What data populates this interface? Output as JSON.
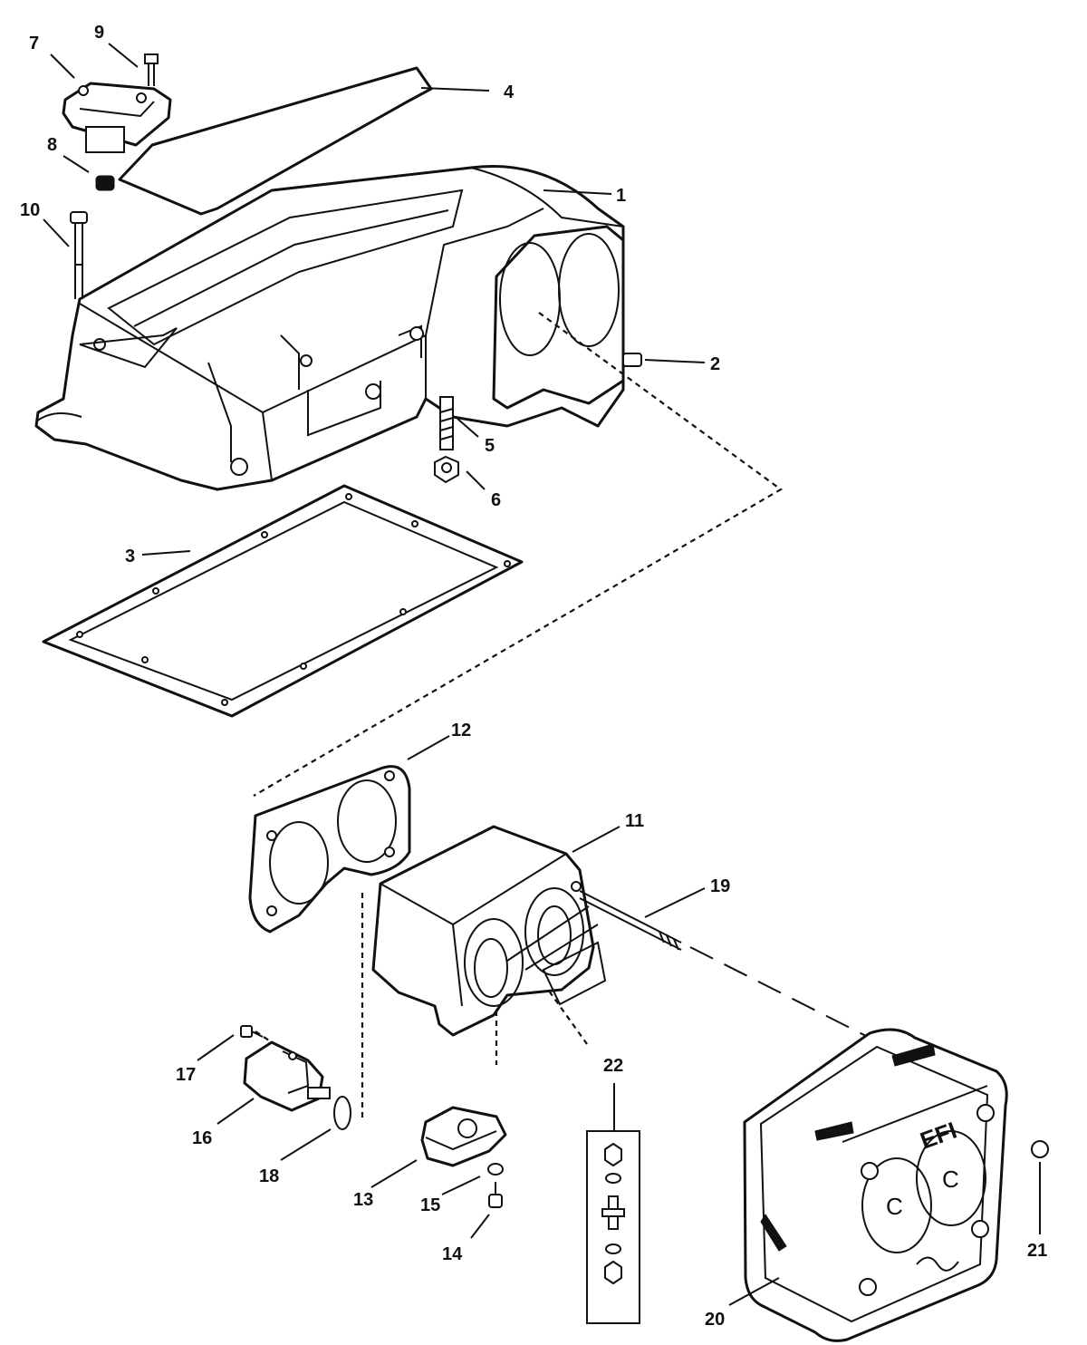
{
  "diagram": {
    "callouts": [
      {
        "id": "1",
        "text": "1"
      },
      {
        "id": "2",
        "text": "2"
      },
      {
        "id": "3",
        "text": "3"
      },
      {
        "id": "4",
        "text": "4"
      },
      {
        "id": "5",
        "text": "5"
      },
      {
        "id": "6",
        "text": "6"
      },
      {
        "id": "7",
        "text": "7"
      },
      {
        "id": "8",
        "text": "8"
      },
      {
        "id": "9",
        "text": "9"
      },
      {
        "id": "10",
        "text": "10"
      },
      {
        "id": "11",
        "text": "11"
      },
      {
        "id": "12",
        "text": "12"
      },
      {
        "id": "13",
        "text": "13"
      },
      {
        "id": "14",
        "text": "14"
      },
      {
        "id": "15",
        "text": "15"
      },
      {
        "id": "16",
        "text": "16"
      },
      {
        "id": "17",
        "text": "17"
      },
      {
        "id": "18",
        "text": "18"
      },
      {
        "id": "19",
        "text": "19"
      },
      {
        "id": "20",
        "text": "20"
      },
      {
        "id": "21",
        "text": "21"
      },
      {
        "id": "22",
        "text": "22"
      }
    ],
    "flame_arrestor_label": "EFI",
    "flame_arrestor_marks": [
      "C",
      "C"
    ]
  }
}
